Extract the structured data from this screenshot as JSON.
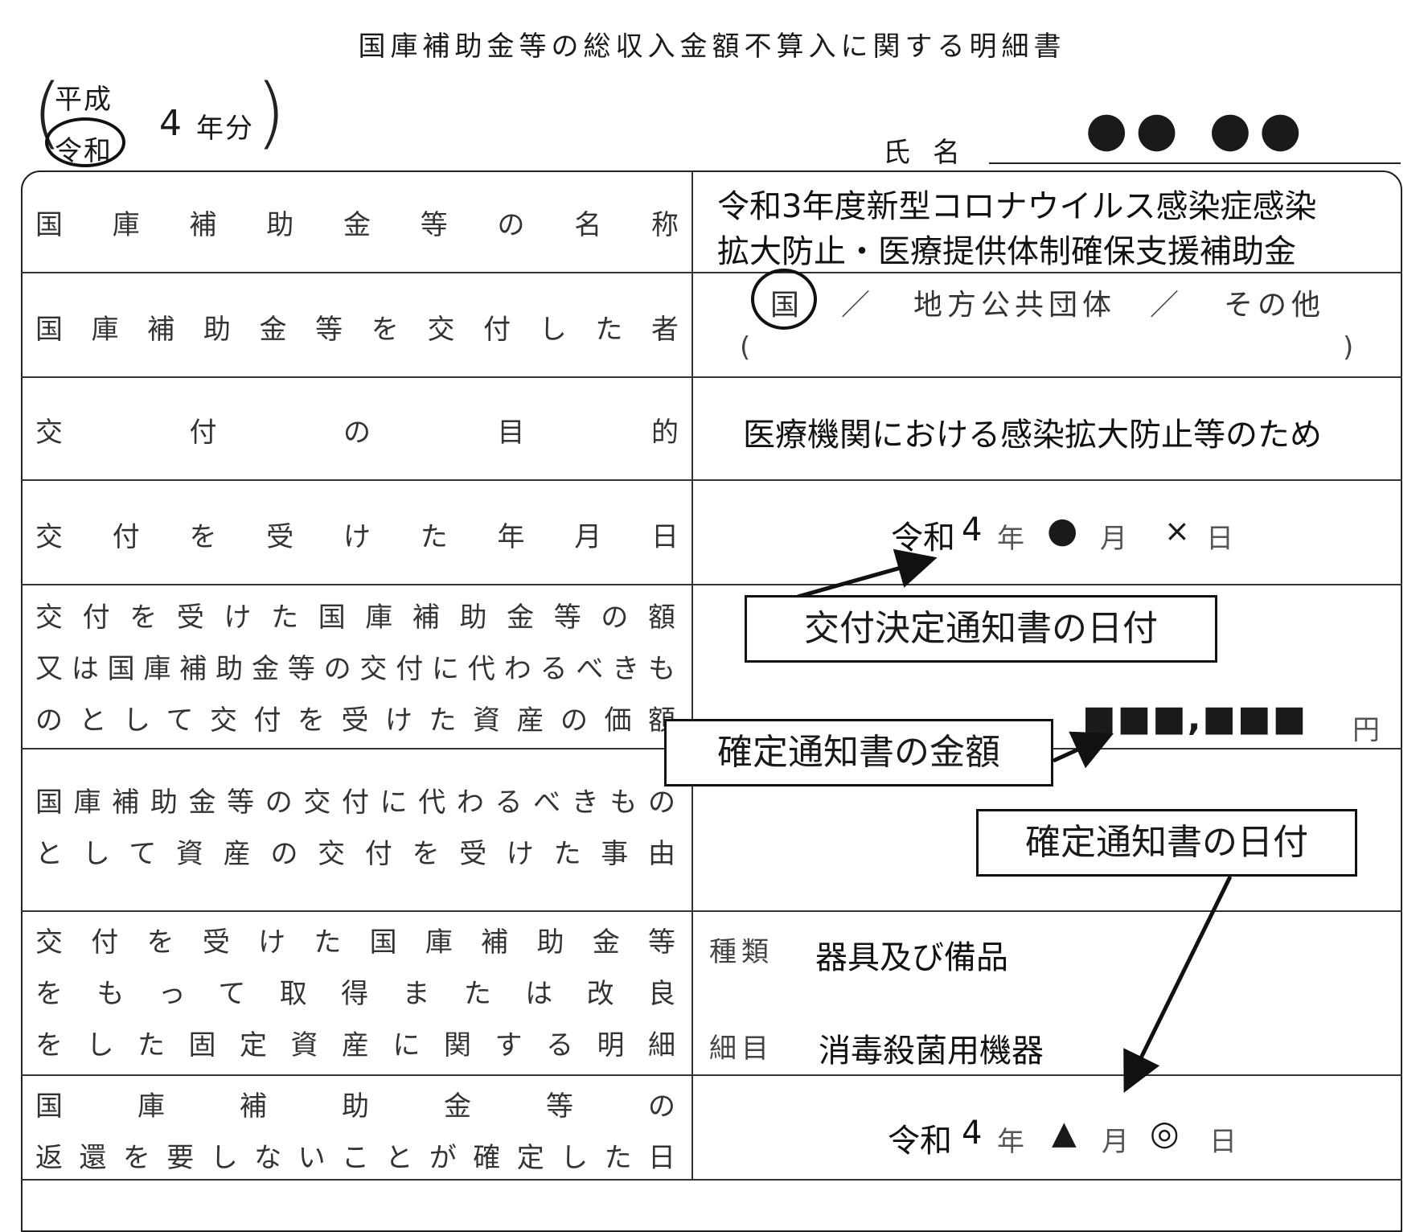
{
  "document": {
    "title": "国庫補助金等の総収入金額不算入に関する明細書",
    "era_old": "平成",
    "era_new": "令和",
    "year_number": "4",
    "year_suffix": "年分",
    "name_label": "氏名",
    "name_value": "●● ●●"
  },
  "rows": {
    "subsidy_name": {
      "label": "国庫補助金等の名称",
      "value_line1": "令和3年度新型コロナウイルス感染症感染",
      "value_line2": "拡大防止・医療提供体制確保支援補助金"
    },
    "grantor": {
      "label": "国庫補助金等を交付した者",
      "option_national": "国",
      "separator1": "／",
      "option_local": "地方公共団体",
      "separator2": "／",
      "option_other": "その他",
      "paren_open": "(",
      "paren_close": ")"
    },
    "purpose": {
      "label": "交付の目的",
      "value": "医療機関における感染拡大防止等のため"
    },
    "grant_date": {
      "label": "交付を受けた年月日",
      "era": "令和",
      "year": "4",
      "year_unit": "年",
      "month": "●",
      "month_unit": "月",
      "day": "×",
      "day_unit": "日"
    },
    "grant_amount": {
      "label_line1": "交付を受けた国庫補助金等の額",
      "label_line2": "又は国庫補助金等の交付に代わるべきも",
      "label_line3": "のとして交付を受けた資産の価額",
      "amount": "■■■,■■■",
      "unit": "円"
    },
    "asset_reason": {
      "label_line1": "国庫補助金等の交付に代わるべきもの",
      "label_line2": "として資産の交付を受けた事由"
    },
    "fixed_asset": {
      "label_line1": "交付を受けた国庫補助金等",
      "label_line2": "をもって取得または改良",
      "label_line3": "をした固定資産に関する明細",
      "kind_label": "種類",
      "kind_value": "器具及び備品",
      "detail_label": "細目",
      "detail_value": "消毒殺菌用機器"
    },
    "confirm_date": {
      "label_line1": "国庫補助金等の",
      "label_line2": "返還を要しないことが確定した日",
      "era": "令和",
      "year": "4",
      "year_unit": "年",
      "month": "▲",
      "month_unit": "月",
      "day": "◎",
      "day_unit": "日"
    }
  },
  "annotations": {
    "notice_date": "交付決定通知書の日付",
    "confirmed_amount": "確定通知書の金額",
    "confirmed_date": "確定通知書の日付"
  }
}
